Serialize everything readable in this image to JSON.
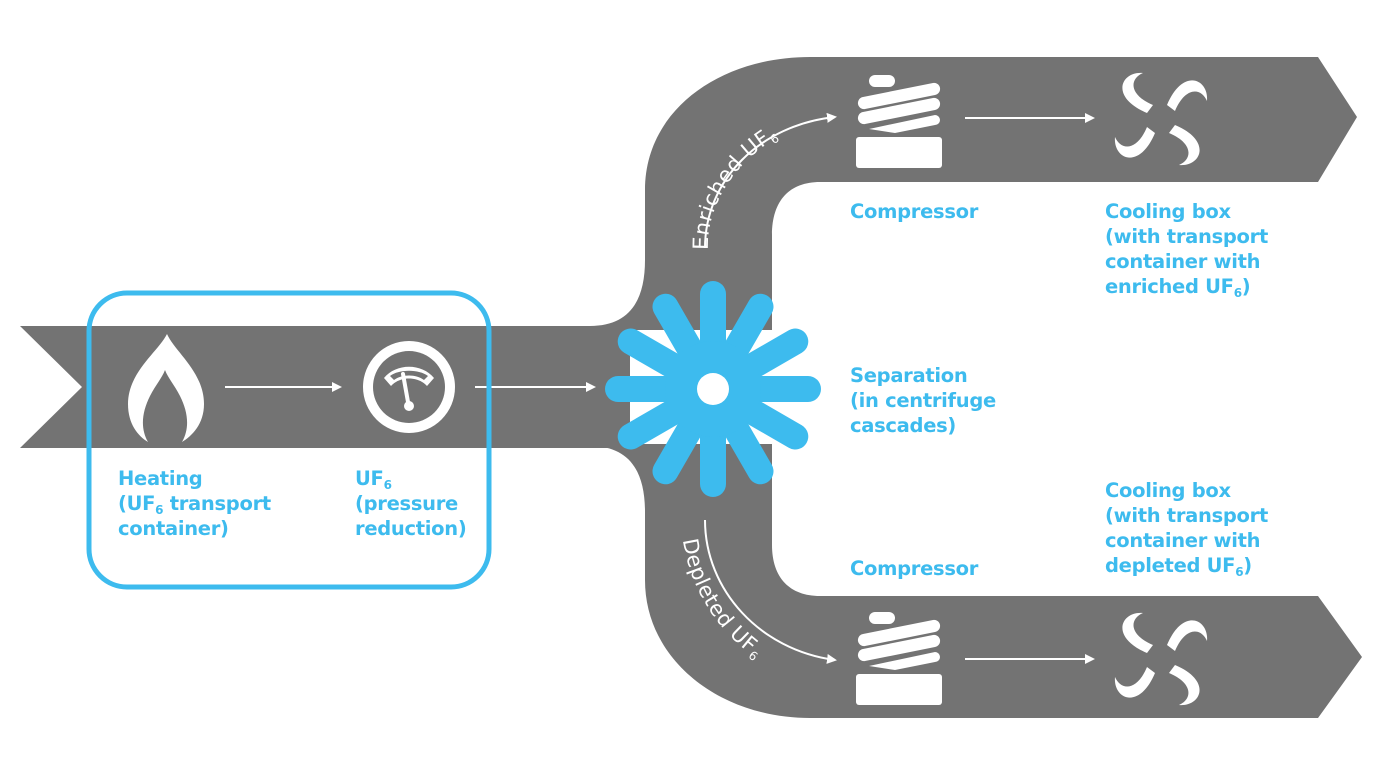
{
  "diagram": {
    "title": "UF6 enrichment process flow",
    "colors": {
      "pipe": "#737373",
      "accent": "#3dbbee",
      "icon": "#ffffff",
      "background": "#ffffff"
    },
    "input_stage": {
      "highlighted": true,
      "steps": [
        {
          "icon": "flame-icon",
          "label_lines": [
            "Heating",
            "(UF|6| transport",
            "container)"
          ]
        },
        {
          "icon": "pressure-gauge-icon",
          "label_lines": [
            "UF|6|",
            "(pressure",
            "reduction)"
          ]
        }
      ]
    },
    "separation": {
      "icon": "centrifuge-icon",
      "label_lines": [
        "Separation",
        "(in centrifuge",
        "cascades)"
      ]
    },
    "branches": [
      {
        "id": "enriched",
        "flow_label": "Enriched UF",
        "flow_label_sub": "6",
        "compressor": {
          "icon": "compressor-icon",
          "label": "Compressor"
        },
        "cooling_box": {
          "icon": "cooling-fan-icon",
          "label_lines": [
            "Cooling box",
            "(with transport",
            "container with",
            "enriched UF|6|)"
          ]
        }
      },
      {
        "id": "depleted",
        "flow_label": "Depleted UF",
        "flow_label_sub": "6",
        "compressor": {
          "icon": "compressor-icon",
          "label": "Compressor"
        },
        "cooling_box": {
          "icon": "cooling-fan-icon",
          "label_lines": [
            "Cooling box",
            "(with transport",
            "container with",
            "depleted UF|6|)"
          ]
        }
      }
    ]
  }
}
